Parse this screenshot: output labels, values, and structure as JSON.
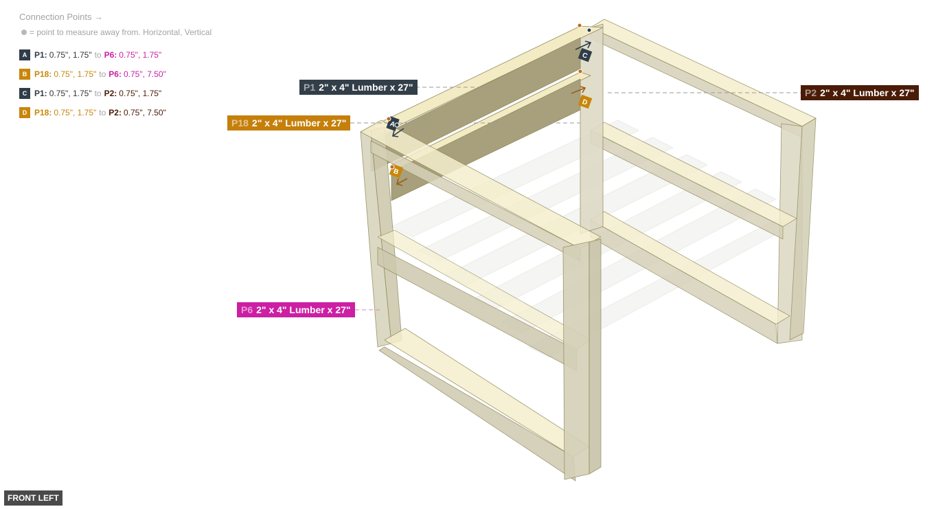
{
  "legend": {
    "title": "Connection Points →",
    "note": "= point to measure away from. Horizontal, Vertical",
    "connections": [
      {
        "badge": "A",
        "badge_color": "#2f3d49",
        "from_part": "P1:",
        "from_color": "#2f3d49",
        "from_value": "0.75\", 1.75\"",
        "to_word": "to",
        "to_part": "P6:",
        "to_color": "#cc1fa3",
        "to_value": "0.75\", 1.75\""
      },
      {
        "badge": "B",
        "badge_color": "#c8860a",
        "from_part": "P18:",
        "from_color": "#c8860a",
        "from_value": "0.75\", 1.75\"",
        "to_word": "to",
        "to_part": "P6:",
        "to_color": "#cc1fa3",
        "to_value": "0.75\", 7.50\""
      },
      {
        "badge": "C",
        "badge_color": "#2f3d49",
        "from_part": "P1:",
        "from_color": "#2f3d49",
        "from_value": "0.75\", 1.75\"",
        "to_word": "to",
        "to_part": "P2:",
        "to_color": "#4a1a05",
        "to_value": "0.75\", 1.75\""
      },
      {
        "badge": "D",
        "badge_color": "#c8860a",
        "from_part": "P18:",
        "from_color": "#c8860a",
        "from_value": "0.75\", 1.75\"",
        "to_word": "to",
        "to_part": "P2:",
        "to_color": "#4a1a05",
        "to_value": "0.75\", 7.50\""
      }
    ]
  },
  "part_labels": [
    {
      "id": "P1",
      "text": "2\" x 4\" Lumber  x 27\"",
      "color": "#323e48"
    },
    {
      "id": "P18",
      "text": "2\" x 4\" Lumber  x 27\"",
      "color": "#c57f0a"
    },
    {
      "id": "P2",
      "text": "2\" x 4\" Lumber  x 27\"",
      "color": "#4a1b06"
    },
    {
      "id": "P6",
      "text": "2\" x 4\" Lumber  x 27\"",
      "color": "#cc1fa3"
    }
  ],
  "markers": [
    "A",
    "B",
    "C",
    "D"
  ],
  "view_label": "FRONT LEFT"
}
